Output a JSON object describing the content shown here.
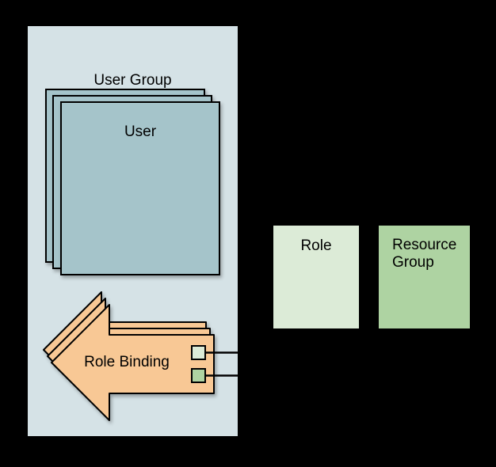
{
  "canvas": {
    "background": "#000000"
  },
  "user_group": {
    "label": "User Group",
    "fill": "#d5e2e6"
  },
  "user_stack": {
    "label": "User",
    "copies": 3,
    "fill": "#a5c4ca",
    "stroke": "#000000"
  },
  "role_binding": {
    "label": "Role Binding",
    "copies": 3,
    "fill": "#f8c895",
    "stroke": "#000000",
    "ports": [
      {
        "name": "role-port",
        "fill": "#dcebd7"
      },
      {
        "name": "resource-group-port",
        "fill": "#aed3a2"
      }
    ]
  },
  "connectors": [
    {
      "from": "role-port",
      "color": "#000000"
    },
    {
      "from": "resource-group-port",
      "color": "#000000"
    }
  ],
  "role_box": {
    "label": "Role",
    "fill": "#dcebd7"
  },
  "resource_group_box": {
    "label": "Resource Group",
    "fill": "#aed3a2"
  }
}
